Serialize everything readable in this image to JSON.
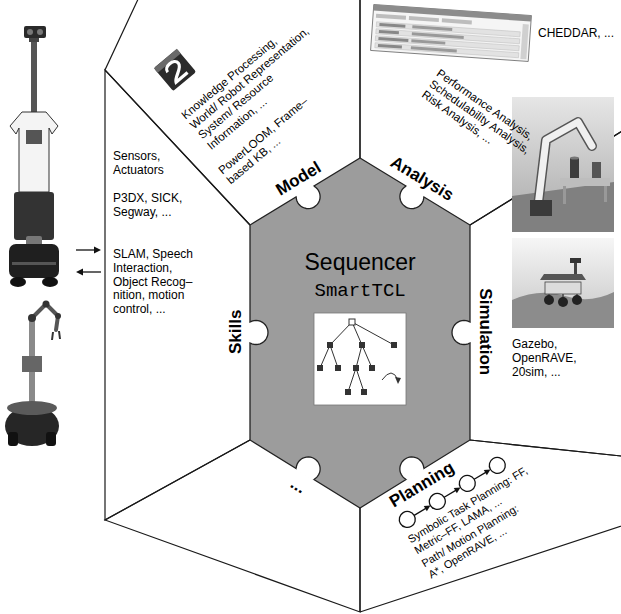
{
  "diagram": {
    "nodes": [
      {
        "text": [
          "Model",
          "Knowledge Processing, World/ Robot Representation, System/ Resource Information, ...",
          "PowerLOOM, Frame–based KB, ..."
        ]
      },
      {
        "text": [
          "Analysis",
          "CHEDDAR, ...",
          "Performance Analysis, Schedulability Analysis, Risk Analysis, ..."
        ]
      },
      {
        "text": [
          "Skills",
          "Sensors, Actuators",
          "P3DX, SICK, Segway, ...",
          "SLAM, Speech Interaction, Object Recog– nition, motion control, ..."
        ]
      },
      {
        "text": [
          "Sequencer",
          "SmartTCL"
        ]
      },
      {
        "text": [
          "Simulation",
          "Gazebo, OpenRAVE, 20sim, ..."
        ]
      },
      {
        "text": [
          "..."
        ]
      },
      {
        "text": [
          "Planning",
          "Symbolic Task Planning: FF, Metric–FF, LAMA, ...",
          "Path/ Motion Planning: A*, OpenRAVE, ..."
        ]
      }
    ]
  }
}
